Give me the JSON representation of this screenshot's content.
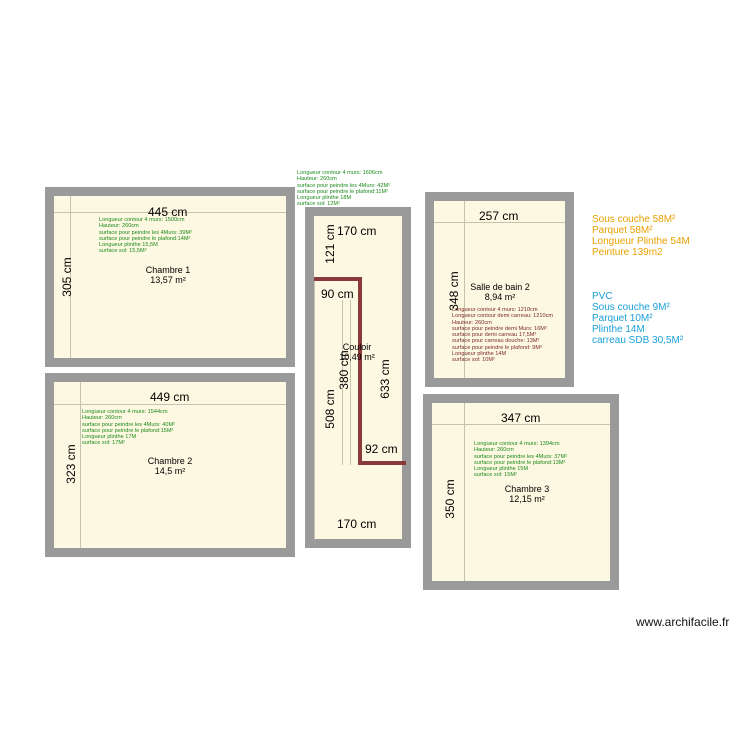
{
  "rooms": [
    {
      "id": "chambre1",
      "name": "Chambre 1",
      "area": "13,57 m²",
      "width_label": "445 cm",
      "height_label": "305 cm",
      "notes": [
        "Longueur contour 4 murs: 1500cm",
        "Hauteur: 260cm",
        "surface pour peindre les 4Murs: 39M²",
        "surface pour peindre le plafond:14M²",
        "Longueur plinthe 15,5M",
        "surface sol: 15,5M²"
      ]
    },
    {
      "id": "chambre2",
      "name": "Chambre 2",
      "area": "14,5 m²",
      "width_label": "449 cm",
      "height_label": "323 cm",
      "notes": [
        "Longueur contour 4 murs: 1544cm",
        "Hauteur: 260cm",
        "surface pour peindre les 4Murs: 40M²",
        "surface pour peindre le plafond:15M²",
        "Longueur plinthe 17M",
        "surface sol: 17M²"
      ]
    },
    {
      "id": "couloir",
      "name": "Couloir",
      "area": "10,49 m²",
      "top_label": "170 cm",
      "bottom_label": "170 cm",
      "left_label": "508 cm",
      "right_label": "633 cm",
      "upper_label": "121 cm",
      "inner_left_label": "90 cm",
      "inner_right_label": "92 cm",
      "inner_vert_label": "380 cm",
      "notes": [
        "Longueur contour 4 murs: 1606cm",
        "Hauteur: 260cm",
        "surface pour peindre les 4Murs: 42M²",
        "surface pour peindre le plafond:11M²",
        "Longueur plinthe 18M",
        "surface sol: 12M²"
      ]
    },
    {
      "id": "sdb",
      "name": "Salle de bain 2",
      "area": "8,94 m²",
      "width_label": "257 cm",
      "height_label": "348 cm",
      "notes": [
        "Longueur contour 4 murs: 1210cm",
        "Longueur contour demi carreau: 1210cm",
        "Hauteur: 260cm",
        "surface pour peindre demi Murs: 16M²",
        "surface pour demi carreau 17,5M²",
        "surface pour carreau douche: 13M²",
        "surface pour peindre le plafond: 9M²",
        "Longueur plinthe 14M",
        "surface sol: 10M²"
      ]
    },
    {
      "id": "chambre3",
      "name": "Chambre 3",
      "area": "12,15 m²",
      "width_label": "347 cm",
      "height_label": "350 cm",
      "notes": [
        "Longueur contour 4 murs: 1394cm",
        "Hauteur: 260cm",
        "surface pour peindre les 4Murs: 37M²",
        "surface pour peindre le plafond:13M²",
        "Longueur plinthe 15M",
        "surface sol: 15M²"
      ]
    }
  ],
  "summary_orange": [
    "Sous couche 58M²",
    "Parquet 58M²",
    "Longueur Plinthe 54M",
    "Peinture 139m2"
  ],
  "summary_blue": [
    "PVC",
    "Sous couche 9M²",
    "Parquet 10M²",
    "Plinthe 14M",
    "carreau SDB 30,5M²"
  ],
  "watermark": "www.archifacile.fr",
  "colors": {
    "wall": "#9a9a9a",
    "floor": "#fdf8e1",
    "partition": "#8b3a3a",
    "notes_green": "#1a8a1a",
    "notes_maroon": "#7a2a2a",
    "orange": "#e8a000",
    "blue": "#1aa0d8"
  }
}
